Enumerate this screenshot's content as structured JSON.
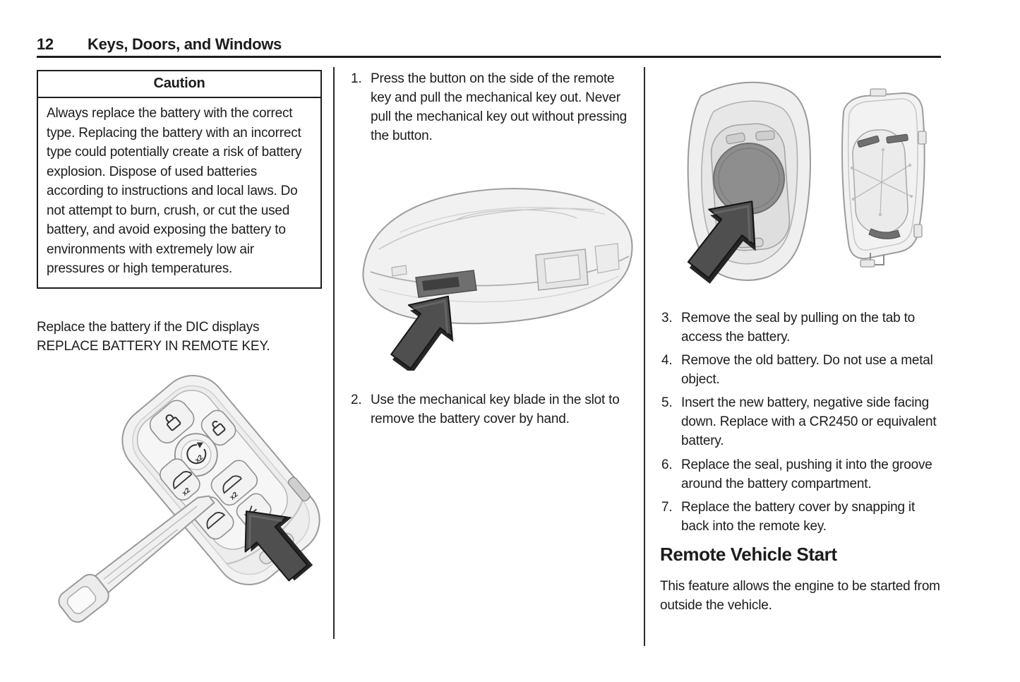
{
  "header": {
    "page_number": "12",
    "chapter_title": "Keys, Doors, and Windows"
  },
  "caution_box": {
    "title": "Caution",
    "body": "Always replace the battery with the correct type. Replacing the battery with an incorrect type could potentially create a risk of battery explosion. Dispose of used batteries according to instructions and local laws. Do not attempt to burn, crush, or cut the used battery, and avoid exposing the battery to environments with extremely low air pressures or high temperatures."
  },
  "left_column": {
    "paragraph": "Replace the battery if the DIC displays REPLACE BATTERY IN REMOTE KEY."
  },
  "steps_middle": [
    {
      "num": "1.",
      "text": "Press the button on the side of the remote key and pull the mechanical key out. Never pull the mechanical key out without pressing the button."
    },
    {
      "num": "2.",
      "text": "Use the mechanical key blade in the slot to remove the battery cover by hand."
    }
  ],
  "steps_right": [
    {
      "num": "3.",
      "text": "Remove the seal by pulling on the tab to access the battery."
    },
    {
      "num": "4.",
      "text": "Remove the old battery. Do not use a metal object."
    },
    {
      "num": "5.",
      "text": "Insert the new battery, negative side facing down. Replace with a CR2450 or equivalent battery."
    },
    {
      "num": "6.",
      "text": "Replace the seal, pushing it into the groove around the battery compartment."
    },
    {
      "num": "7.",
      "text": "Replace the battery cover by snapping it back into the remote key."
    }
  ],
  "remote_vehicle_start": {
    "heading": "Remote Vehicle Start",
    "paragraph": "This feature allows the engine to be started from outside the vehicle."
  },
  "figures": {
    "fob_button_label_x2": "x2"
  },
  "colors": {
    "text": "#1c1c1c",
    "rule": "#1c1c1c",
    "line_art": "#9a9a9a",
    "arrow_front": "#4f4f4f",
    "arrow_back": "#262626",
    "battery": "#8e8e8e"
  }
}
